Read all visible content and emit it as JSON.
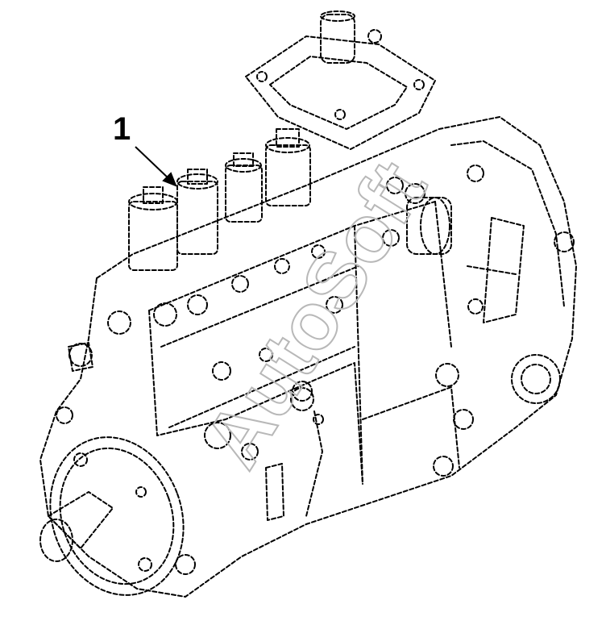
{
  "diagram": {
    "callouts": [
      {
        "label": "1",
        "target": "injector-fitting"
      }
    ],
    "watermark": "AutoSoft",
    "line_color": "#000000",
    "background_color": "#ffffff",
    "line_style": "dashed"
  }
}
